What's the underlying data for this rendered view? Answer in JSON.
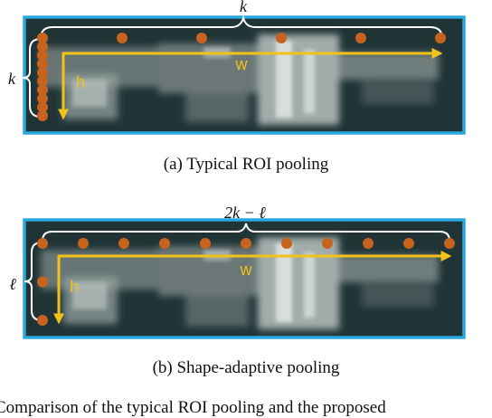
{
  "panel_a": {
    "caption": "(a)  Typical ROI pooling",
    "top_label": "k",
    "left_label": "k",
    "axis_w": "w",
    "axis_h": "h",
    "top_points": 6,
    "left_points": 10
  },
  "panel_b": {
    "caption": "(b)  Shape-adaptive pooling",
    "top_label": "2k − ℓ",
    "left_label": "ℓ",
    "axis_w": "w",
    "axis_h": "h",
    "top_points": 11,
    "left_points": 3
  },
  "footer_text": "Comparison of the typical ROI pooling and the proposed",
  "colors": {
    "border": "#2aa7e0",
    "point": "#c8631f",
    "arrow": "#f2c21a",
    "brace": "#ffffff",
    "image_bg": "#203436"
  }
}
